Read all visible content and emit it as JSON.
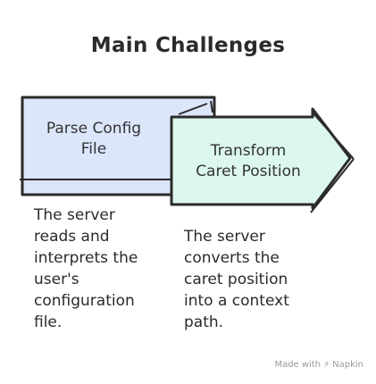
{
  "title": "Main Challenges",
  "steps": [
    {
      "label": "Parse Config\nFile",
      "description": "The server\nreads and\ninterprets the\nuser's\nconfiguration\nfile.",
      "fill_color": "#dce6fb"
    },
    {
      "label": "Transform\nCaret Position",
      "description": "The server\nconverts the\ncaret position\ninto a context\npath.",
      "fill_color": "#dcf7ee"
    }
  ],
  "watermark": {
    "prefix": "Made with",
    "brand": "Napkin",
    "icon": "napkin-logo-icon"
  },
  "colors": {
    "outline": "#2b2b2b",
    "text": "#2b2b2b"
  }
}
